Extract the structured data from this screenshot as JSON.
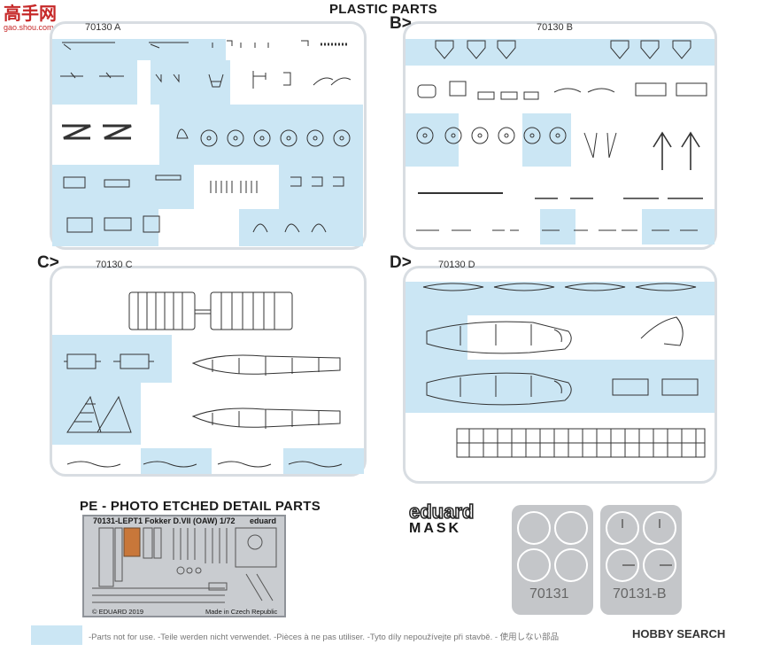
{
  "watermark_top_left": {
    "main": "高手网",
    "sub": "gao.shou.com"
  },
  "header": {
    "title": "PLASTIC PARTS"
  },
  "sprues": [
    {
      "letter": "",
      "code": "70130 A"
    },
    {
      "letter": "B>",
      "code": "70130 B"
    },
    {
      "letter": "C>",
      "code": "70130 C"
    },
    {
      "letter": "D>",
      "code": "70130 D"
    }
  ],
  "pe_section": {
    "title": "PE - PHOTO ETCHED DETAIL PARTS",
    "fret_title": "70131-LEPT1 Fokker D.VII (OAW) 1/72",
    "brand": "eduard",
    "copyright": "© EDUARD 2019",
    "made_in": "Made in Czech Republic"
  },
  "mask_section": {
    "logo": "eduard",
    "logo_sub": "MASK",
    "codes": [
      "70131",
      "70131-B"
    ]
  },
  "footer": {
    "legend_text": "-Parts not for use. -Teile werden nicht verwendet. -Pièces à ne pas utiliser. -Tyto díly nepoužívejte při stavbě. -  使用しない部品",
    "watermark": "HOBBY SEARCH"
  },
  "colors": {
    "unused_parts": "#cbe6f4",
    "sprue_frame": "#d8dde2",
    "pe_metal": "#c9ccd0",
    "mask_film": "#c4c6c9"
  }
}
